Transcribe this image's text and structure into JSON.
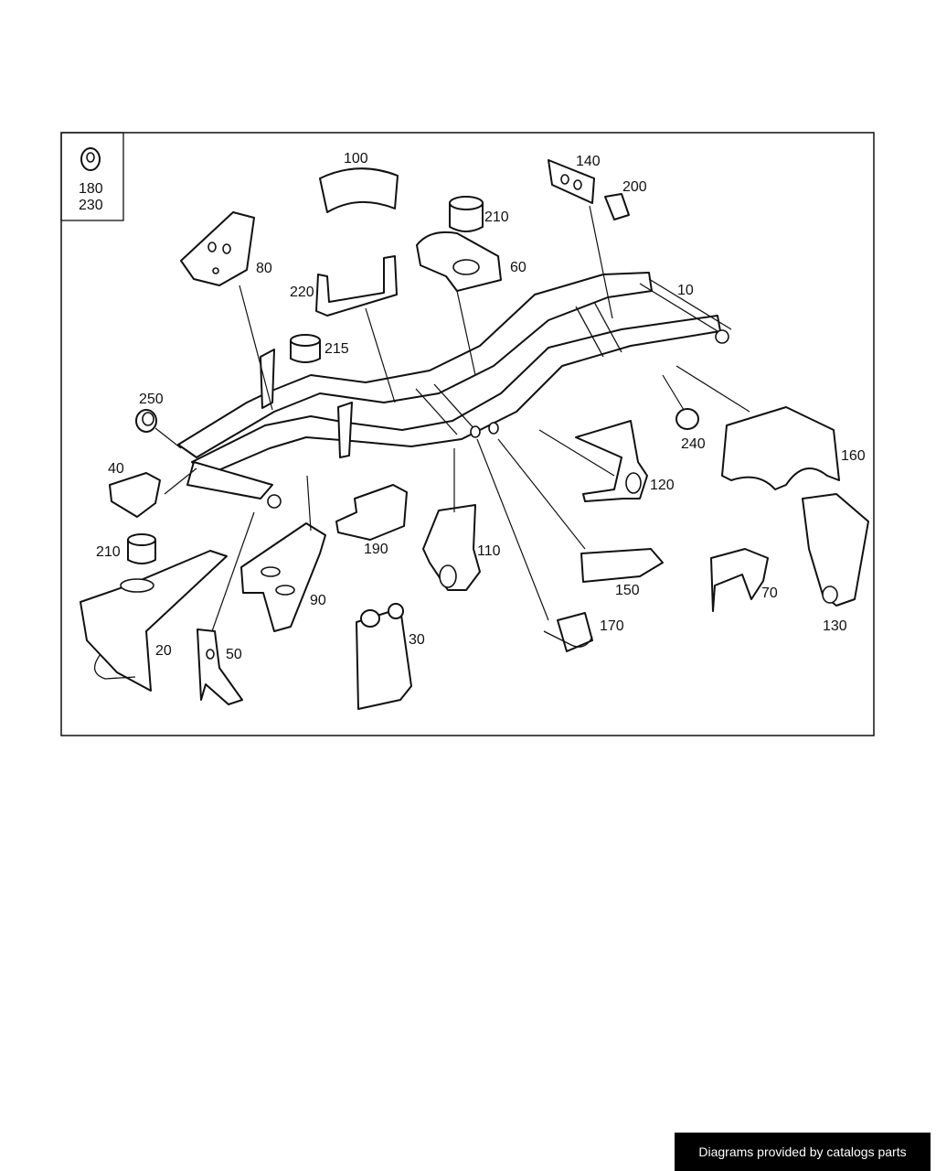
{
  "inset_labels": [
    "180",
    "230"
  ],
  "callouts": [
    "100",
    "140",
    "200",
    "210",
    "60",
    "80",
    "220",
    "10",
    "215",
    "250",
    "40",
    "160",
    "240",
    "120",
    "210",
    "190",
    "110",
    "150",
    "70",
    "90",
    "170",
    "130",
    "20",
    "50",
    "30"
  ],
  "credit": "Diagrams provided by catalogs parts"
}
